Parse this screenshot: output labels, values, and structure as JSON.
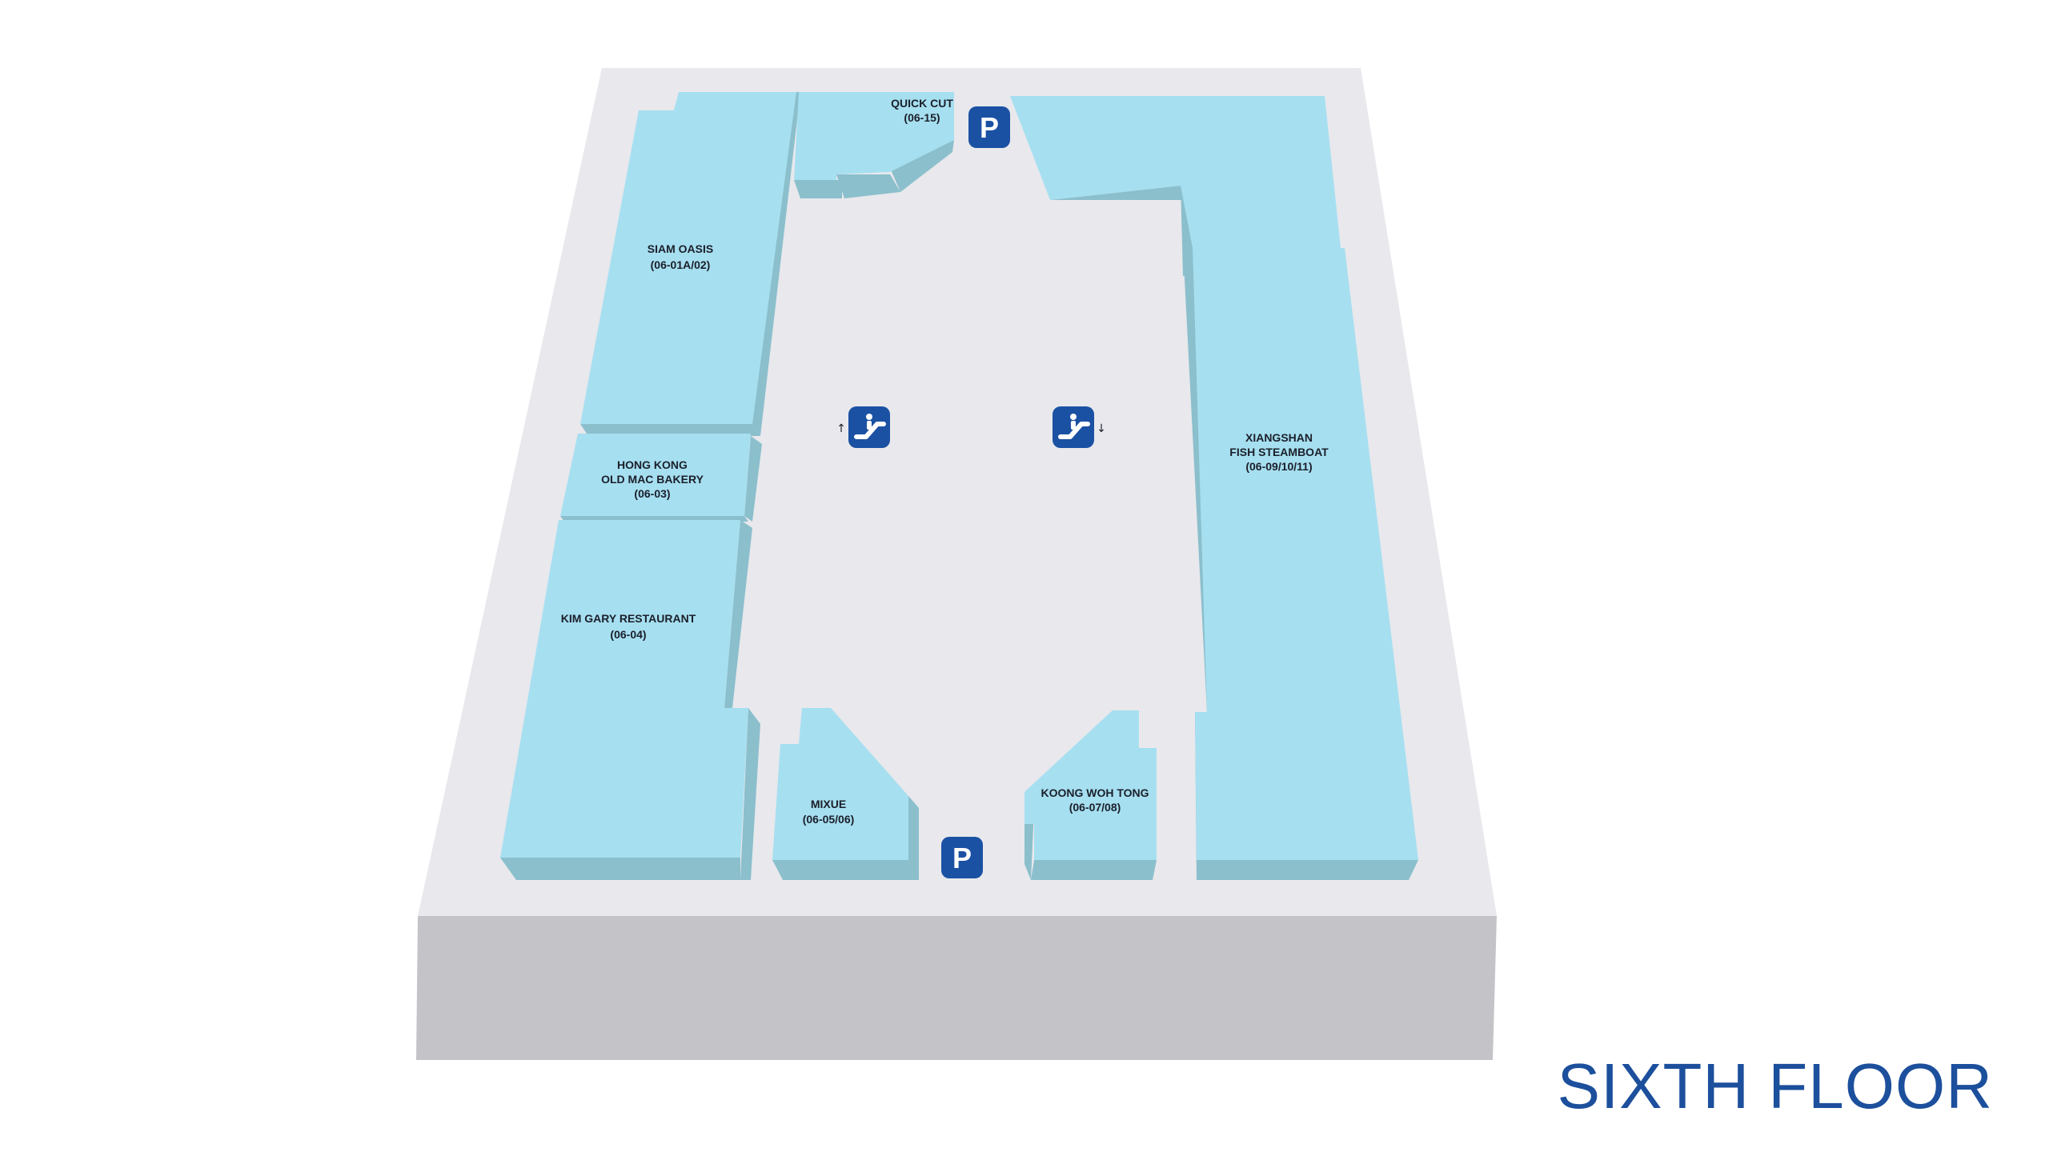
{
  "floor_title": "SIXTH FLOOR",
  "colors": {
    "unit_top": "#a6dff0",
    "unit_side": "#8bbfcc",
    "slab_top": "#e8e8ed",
    "slab_front": "#c3c3c8",
    "icon_bg": "#1b51a3",
    "title": "#1c4f9c"
  },
  "units": [
    {
      "id": "siam-oasis",
      "name": "SIAM OASIS",
      "code": "(06-01A/02)"
    },
    {
      "id": "hk-bakery",
      "name_lines": [
        "HONG KONG",
        "OLD MAC BAKERY"
      ],
      "code": "(06-03)"
    },
    {
      "id": "kim-gary",
      "name": "KIM GARY RESTAURANT",
      "code": "(06-04)"
    },
    {
      "id": "quick-cut",
      "name": "QUICK CUT",
      "code": "(06-15)"
    },
    {
      "id": "xiangshan",
      "name_lines": [
        "XIANGSHAN",
        "FISH STEAMBOAT"
      ],
      "code": "(06-09/10/11)"
    },
    {
      "id": "mixue",
      "name": "MIXUE",
      "code": "(06-05/06)"
    },
    {
      "id": "koong-woh-tong",
      "name": "KOONG WOH TONG",
      "code": "(06-07/08)"
    }
  ],
  "icons": [
    {
      "id": "parking-top",
      "type": "parking-icon",
      "letter": "P"
    },
    {
      "id": "parking-bottom",
      "type": "parking-icon",
      "letter": "P"
    },
    {
      "id": "escalator-up",
      "type": "escalator-up-icon",
      "arrow": "↑"
    },
    {
      "id": "escalator-down",
      "type": "escalator-down-icon",
      "arrow": "↓"
    }
  ]
}
